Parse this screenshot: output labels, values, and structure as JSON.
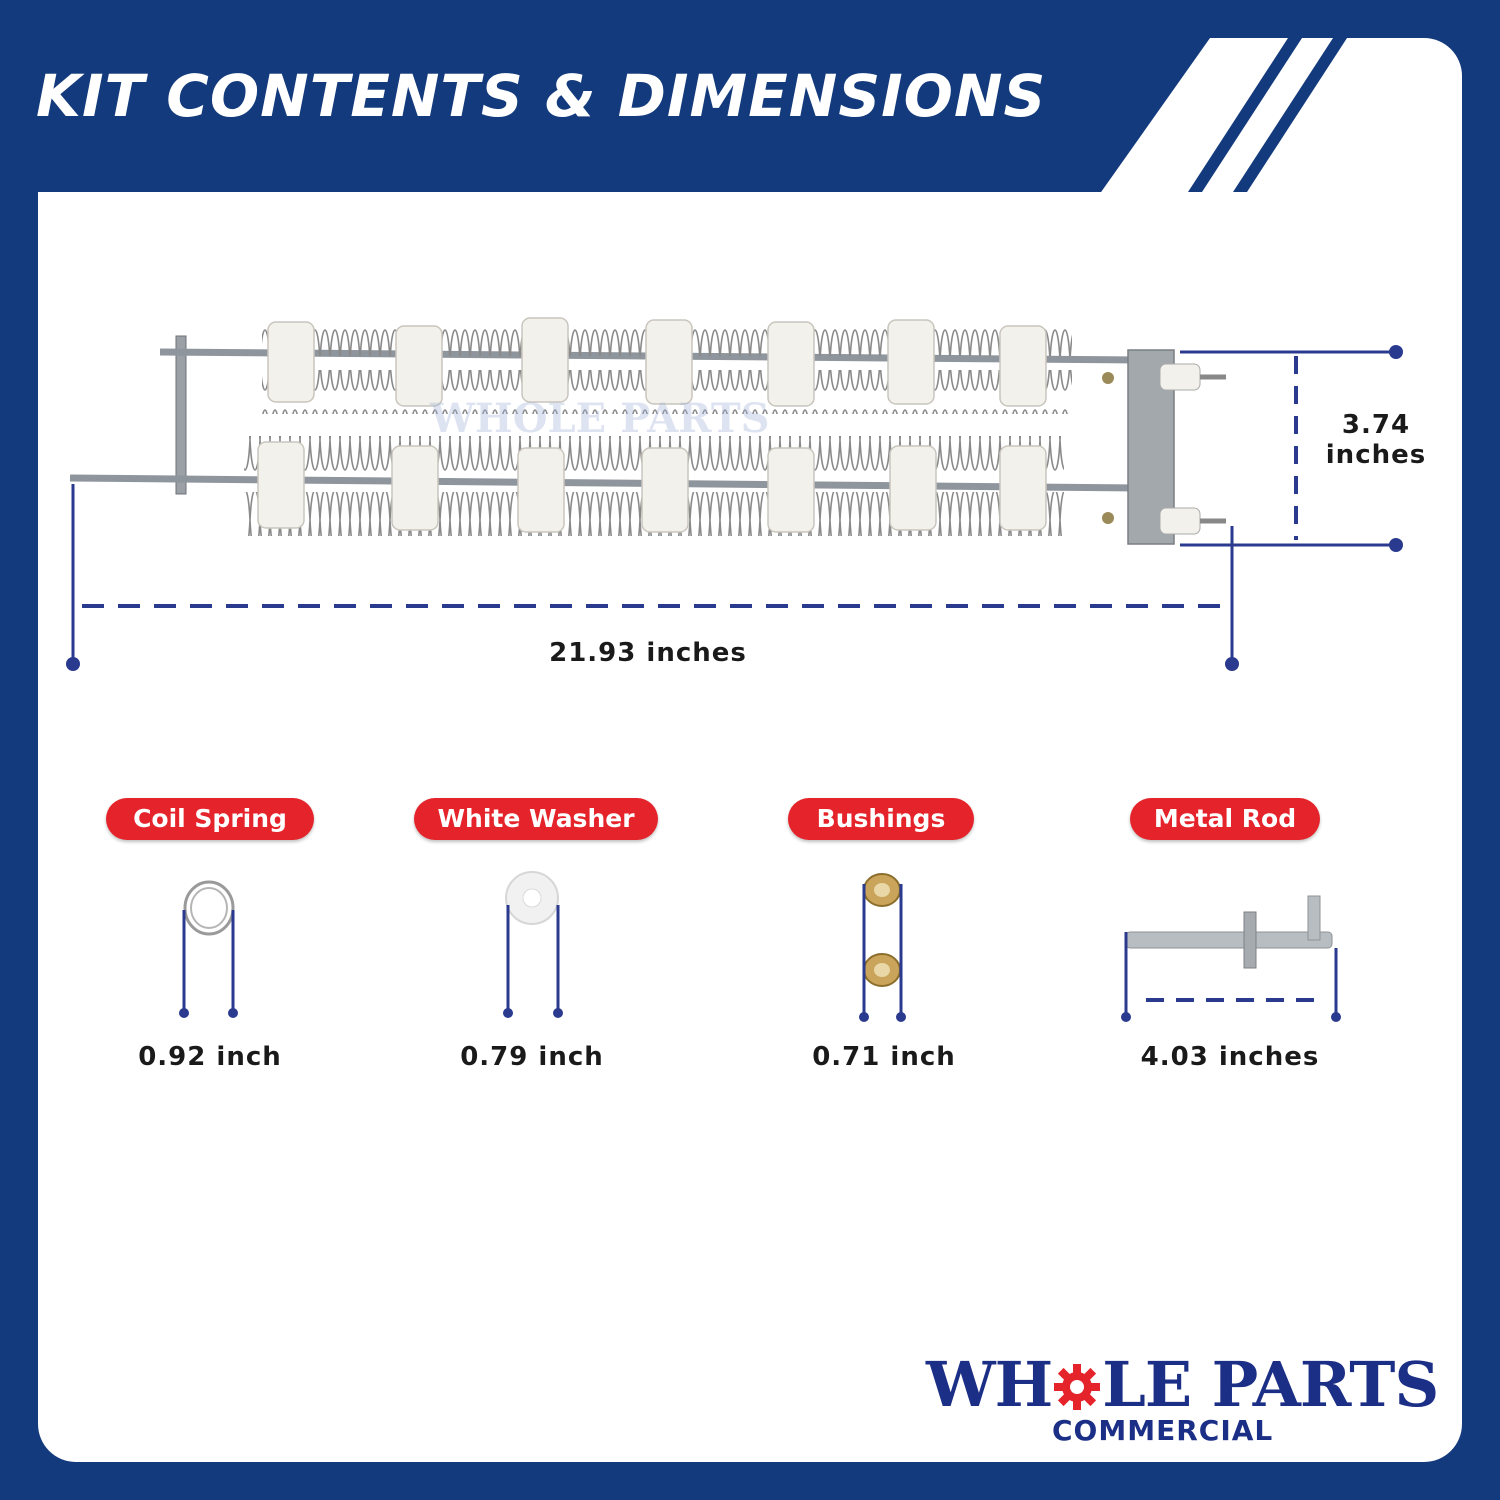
{
  "header": {
    "title": "KIT CONTENTS & DIMENSIONS"
  },
  "main_part": {
    "height_dimension": "3.74\ninches",
    "length_dimension": "21.93 inches"
  },
  "kit_items": [
    {
      "label": "Coil Spring",
      "dimension": "0.92 inch"
    },
    {
      "label": "White Washer",
      "dimension": "0.79 inch"
    },
    {
      "label": "Bushings",
      "dimension": "0.71 inch"
    },
    {
      "label": "Metal Rod",
      "dimension": "4.03 inches"
    }
  ],
  "brand": {
    "name_part1": "WH",
    "name_part2": "LE PARTS",
    "subtitle": "COMMERCIAL"
  },
  "colors": {
    "navy": "#133a7c",
    "red": "#e5232b",
    "dimension_line": "#2a3a8f",
    "logo_blue": "#1c2f86"
  }
}
